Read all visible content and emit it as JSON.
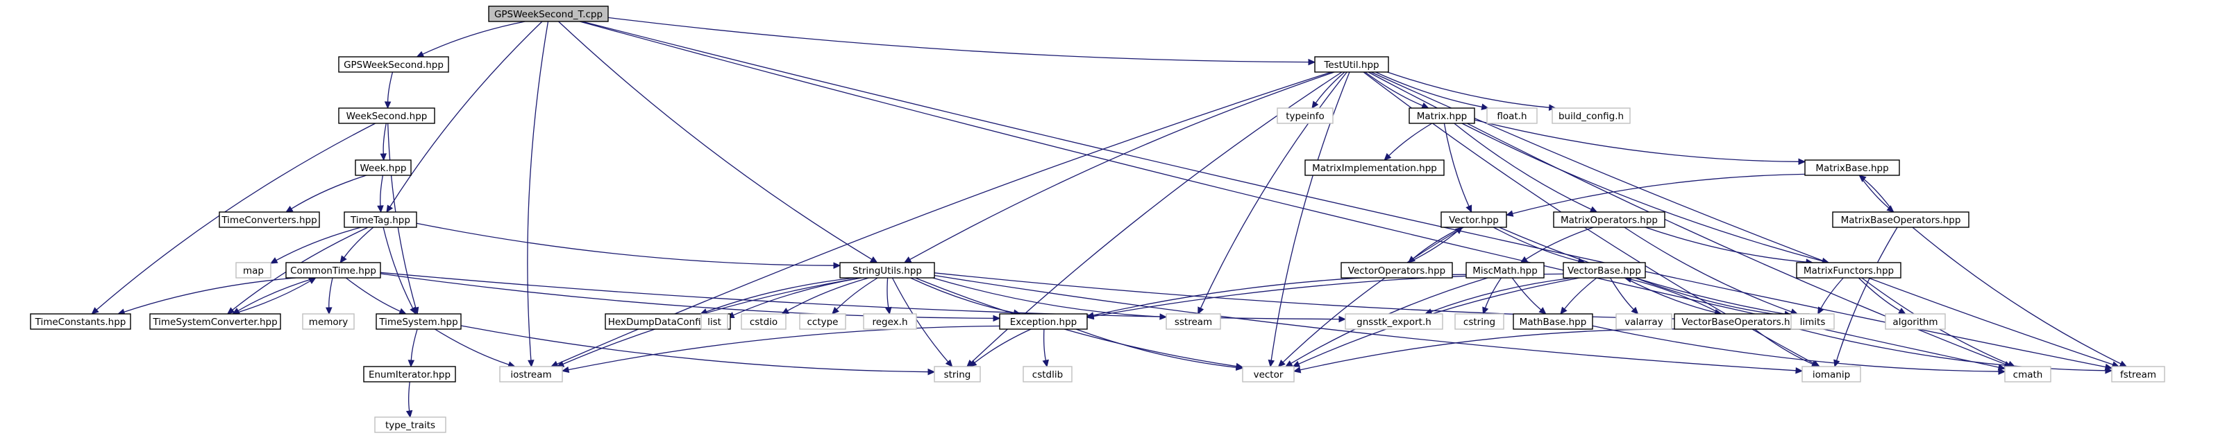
{
  "diagram": {
    "nodes": [
      {
        "id": "gpsweeksecond_t_cpp",
        "label": "GPSWeekSecond_T.cpp",
        "kind": "root"
      },
      {
        "id": "gpsweeksecond_hpp",
        "label": "GPSWeekSecond.hpp",
        "kind": "doc"
      },
      {
        "id": "testutil_hpp",
        "label": "TestUtil.hpp",
        "kind": "doc"
      },
      {
        "id": "weeksecond_hpp",
        "label": "WeekSecond.hpp",
        "kind": "doc"
      },
      {
        "id": "week_hpp",
        "label": "Week.hpp",
        "kind": "doc"
      },
      {
        "id": "timeconverters_hpp",
        "label": "TimeConverters.hpp",
        "kind": "doc"
      },
      {
        "id": "timetag_hpp",
        "label": "TimeTag.hpp",
        "kind": "doc"
      },
      {
        "id": "map",
        "label": "map",
        "kind": "ext"
      },
      {
        "id": "commontime_hpp",
        "label": "CommonTime.hpp",
        "kind": "doc"
      },
      {
        "id": "timeconstants_hpp",
        "label": "TimeConstants.hpp",
        "kind": "doc"
      },
      {
        "id": "timesystemconverter_hpp",
        "label": "TimeSystemConverter.hpp",
        "kind": "doc"
      },
      {
        "id": "memory",
        "label": "memory",
        "kind": "ext"
      },
      {
        "id": "timesystem_hpp",
        "label": "TimeSystem.hpp",
        "kind": "doc"
      },
      {
        "id": "enumiterator_hpp",
        "label": "EnumIterator.hpp",
        "kind": "doc"
      },
      {
        "id": "type_traits",
        "label": "type_traits",
        "kind": "ext"
      },
      {
        "id": "iostream",
        "label": "iostream",
        "kind": "ext"
      },
      {
        "id": "hexdumpdataconfig_hpp",
        "label": "HexDumpDataConfig.hpp",
        "kind": "doc"
      },
      {
        "id": "stringutils_hpp",
        "label": "StringUtils.hpp",
        "kind": "doc"
      },
      {
        "id": "list",
        "label": "list",
        "kind": "ext"
      },
      {
        "id": "cstdio",
        "label": "cstdio",
        "kind": "ext"
      },
      {
        "id": "cctype",
        "label": "cctype",
        "kind": "ext"
      },
      {
        "id": "regex_h",
        "label": "regex.h",
        "kind": "ext"
      },
      {
        "id": "string",
        "label": "string",
        "kind": "ext"
      },
      {
        "id": "exception_hpp",
        "label": "Exception.hpp",
        "kind": "doc"
      },
      {
        "id": "cstdlib",
        "label": "cstdlib",
        "kind": "ext"
      },
      {
        "id": "sstream",
        "label": "sstream",
        "kind": "ext"
      },
      {
        "id": "vector",
        "label": "vector",
        "kind": "ext"
      },
      {
        "id": "typeinfo",
        "label": "typeinfo",
        "kind": "ext"
      },
      {
        "id": "matrix_hpp",
        "label": "Matrix.hpp",
        "kind": "doc"
      },
      {
        "id": "float_h",
        "label": "float.h",
        "kind": "ext"
      },
      {
        "id": "build_config_h",
        "label": "build_config.h",
        "kind": "ext"
      },
      {
        "id": "matriximplementation_hpp",
        "label": "MatrixImplementation.hpp",
        "kind": "doc"
      },
      {
        "id": "vector_hpp",
        "label": "Vector.hpp",
        "kind": "doc"
      },
      {
        "id": "matrixoperators_hpp",
        "label": "MatrixOperators.hpp",
        "kind": "doc"
      },
      {
        "id": "matrixbase_hpp",
        "label": "MatrixBase.hpp",
        "kind": "doc"
      },
      {
        "id": "matrixbaseoperators_hpp",
        "label": "MatrixBaseOperators.hpp",
        "kind": "doc"
      },
      {
        "id": "vectoroperators_hpp",
        "label": "VectorOperators.hpp",
        "kind": "doc"
      },
      {
        "id": "miscmath_hpp",
        "label": "MiscMath.hpp",
        "kind": "doc"
      },
      {
        "id": "vectorbase_hpp",
        "label": "VectorBase.hpp",
        "kind": "doc"
      },
      {
        "id": "matrixfunctors_hpp",
        "label": "MatrixFunctors.hpp",
        "kind": "doc"
      },
      {
        "id": "gnsstk_export_h",
        "label": "gnsstk_export.h",
        "kind": "ext"
      },
      {
        "id": "cstring",
        "label": "cstring",
        "kind": "ext"
      },
      {
        "id": "mathbase_hpp",
        "label": "MathBase.hpp",
        "kind": "doc"
      },
      {
        "id": "valarray",
        "label": "valarray",
        "kind": "ext"
      },
      {
        "id": "vectorbaseoperators_hpp",
        "label": "VectorBaseOperators.hpp",
        "kind": "doc"
      },
      {
        "id": "limits",
        "label": "limits",
        "kind": "ext"
      },
      {
        "id": "algorithm",
        "label": "algorithm",
        "kind": "ext"
      },
      {
        "id": "iomanip",
        "label": "iomanip",
        "kind": "ext"
      },
      {
        "id": "cmath",
        "label": "cmath",
        "kind": "ext"
      },
      {
        "id": "fstream",
        "label": "fstream",
        "kind": "ext"
      }
    ],
    "edges": [
      [
        "gpsweeksecond_t_cpp",
        "gpsweeksecond_hpp"
      ],
      [
        "gpsweeksecond_t_cpp",
        "testutil_hpp"
      ],
      [
        "gpsweeksecond_t_cpp",
        "timetag_hpp"
      ],
      [
        "gpsweeksecond_t_cpp",
        "stringutils_hpp"
      ],
      [
        "gpsweeksecond_t_cpp",
        "iostream"
      ],
      [
        "gpsweeksecond_t_cpp",
        "cmath"
      ],
      [
        "gpsweeksecond_t_cpp",
        "fstream"
      ],
      [
        "gpsweeksecond_hpp",
        "weeksecond_hpp"
      ],
      [
        "weeksecond_hpp",
        "week_hpp"
      ],
      [
        "weeksecond_hpp",
        "timesystem_hpp"
      ],
      [
        "weeksecond_hpp",
        "timeconstants_hpp"
      ],
      [
        "week_hpp",
        "timeconverters_hpp"
      ],
      [
        "week_hpp",
        "timetag_hpp"
      ],
      [
        "timetag_hpp",
        "map"
      ],
      [
        "timetag_hpp",
        "commontime_hpp"
      ],
      [
        "timetag_hpp",
        "timesystemconverter_hpp"
      ],
      [
        "timetag_hpp",
        "timesystem_hpp"
      ],
      [
        "timetag_hpp",
        "stringutils_hpp"
      ],
      [
        "commontime_hpp",
        "timeconstants_hpp"
      ],
      [
        "commontime_hpp",
        "timesystemconverter_hpp"
      ],
      [
        "commontime_hpp",
        "memory"
      ],
      [
        "commontime_hpp",
        "timesystem_hpp"
      ],
      [
        "commontime_hpp",
        "exception_hpp"
      ],
      [
        "commontime_hpp",
        "gnsstk_export_h"
      ],
      [
        "timesystemconverter_hpp",
        "commontime_hpp"
      ],
      [
        "timesystem_hpp",
        "enumiterator_hpp"
      ],
      [
        "timesystem_hpp",
        "iostream"
      ],
      [
        "timesystem_hpp",
        "string"
      ],
      [
        "enumiterator_hpp",
        "type_traits"
      ],
      [
        "testutil_hpp",
        "stringutils_hpp"
      ],
      [
        "testutil_hpp",
        "iostream"
      ],
      [
        "testutil_hpp",
        "typeinfo"
      ],
      [
        "testutil_hpp",
        "matrix_hpp"
      ],
      [
        "testutil_hpp",
        "float_h"
      ],
      [
        "testutil_hpp",
        "build_config_h"
      ],
      [
        "testutil_hpp",
        "string"
      ],
      [
        "testutil_hpp",
        "sstream"
      ],
      [
        "testutil_hpp",
        "vector"
      ],
      [
        "testutil_hpp",
        "iomanip"
      ],
      [
        "testutil_hpp",
        "cmath"
      ],
      [
        "testutil_hpp",
        "fstream"
      ],
      [
        "stringutils_hpp",
        "hexdumpdataconfig_hpp"
      ],
      [
        "stringutils_hpp",
        "list"
      ],
      [
        "stringutils_hpp",
        "cstdio"
      ],
      [
        "stringutils_hpp",
        "cctype"
      ],
      [
        "stringutils_hpp",
        "regex_h"
      ],
      [
        "stringutils_hpp",
        "string"
      ],
      [
        "stringutils_hpp",
        "exception_hpp"
      ],
      [
        "stringutils_hpp",
        "sstream"
      ],
      [
        "stringutils_hpp",
        "vector"
      ],
      [
        "stringutils_hpp",
        "iostream"
      ],
      [
        "stringutils_hpp",
        "iomanip"
      ],
      [
        "stringutils_hpp",
        "limits"
      ],
      [
        "exception_hpp",
        "cstdlib"
      ],
      [
        "exception_hpp",
        "string"
      ],
      [
        "exception_hpp",
        "vector"
      ],
      [
        "exception_hpp",
        "iostream"
      ],
      [
        "matrix_hpp",
        "matriximplementation_hpp"
      ],
      [
        "matrix_hpp",
        "vector_hpp"
      ],
      [
        "matrix_hpp",
        "matrixoperators_hpp"
      ],
      [
        "matrix_hpp",
        "matrixbase_hpp"
      ],
      [
        "matrix_hpp",
        "matrixfunctors_hpp"
      ],
      [
        "matrixbase_hpp",
        "vector_hpp"
      ],
      [
        "matrixbase_hpp",
        "matrixbaseoperators_hpp"
      ],
      [
        "matrixbaseoperators_hpp",
        "matrixbase_hpp"
      ],
      [
        "matrixbaseoperators_hpp",
        "iomanip"
      ],
      [
        "matrixbaseoperators_hpp",
        "fstream"
      ],
      [
        "vector_hpp",
        "vectoroperators_hpp"
      ],
      [
        "vector_hpp",
        "vectorbase_hpp"
      ],
      [
        "vector_hpp",
        "vector"
      ],
      [
        "vector_hpp",
        "limits"
      ],
      [
        "vectoroperators_hpp",
        "vector_hpp"
      ],
      [
        "matrixoperators_hpp",
        "miscmath_hpp"
      ],
      [
        "matrixoperators_hpp",
        "matrixfunctors_hpp"
      ],
      [
        "matrixoperators_hpp",
        "limits"
      ],
      [
        "matrixfunctors_hpp",
        "limits"
      ],
      [
        "matrixfunctors_hpp",
        "algorithm"
      ],
      [
        "matrixfunctors_hpp",
        "cmath"
      ],
      [
        "miscmath_hpp",
        "exception_hpp"
      ],
      [
        "miscmath_hpp",
        "cstring"
      ],
      [
        "miscmath_hpp",
        "mathbase_hpp"
      ],
      [
        "miscmath_hpp",
        "vector"
      ],
      [
        "vectorbase_hpp",
        "exception_hpp"
      ],
      [
        "vectorbase_hpp",
        "gnsstk_export_h"
      ],
      [
        "vectorbase_hpp",
        "mathbase_hpp"
      ],
      [
        "vectorbase_hpp",
        "valarray"
      ],
      [
        "vectorbase_hpp",
        "vectorbaseoperators_hpp"
      ],
      [
        "vectorbase_hpp",
        "limits"
      ],
      [
        "vectorbase_hpp",
        "vector"
      ],
      [
        "vectorbaseoperators_hpp",
        "vectorbase_hpp"
      ],
      [
        "vectorbaseoperators_hpp",
        "iomanip"
      ],
      [
        "vectorbaseoperators_hpp",
        "vector"
      ],
      [
        "vectorbaseoperators_hpp",
        "fstream"
      ],
      [
        "mathbase_hpp",
        "cmath"
      ]
    ]
  }
}
